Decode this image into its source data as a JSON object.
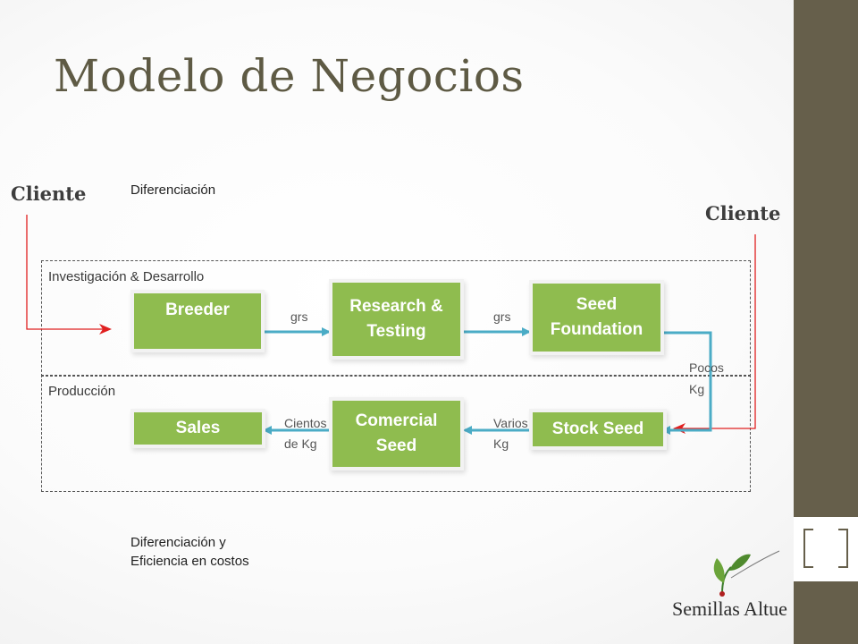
{
  "title": "Modelo de Negocios",
  "cliente_left": "Cliente",
  "cliente_right": "Cliente",
  "diferenciacion_top": "Diferenciación",
  "diferenciacion_bottom_1": "Diferenciación y",
  "diferenciacion_bottom_2": "Eficiencia en costos",
  "zones": {
    "research": "Investigación & Desarrollo",
    "production": "Producción"
  },
  "boxes": {
    "breeder": "Breeder",
    "research_1": "Research &",
    "research_2": "Testing",
    "seed_1": "Seed",
    "seed_2": "Foundation",
    "stock": "Stock Seed",
    "comercial_1": "Comercial",
    "comercial_2": "Seed",
    "sales": "Sales"
  },
  "quantities": {
    "grs_1": "grs",
    "grs_2": "grs",
    "pocos_1": "Pocos",
    "pocos_2": "Kg",
    "varios_1": "Varios",
    "varios_2": "Kg",
    "cientos_1": "Cientos",
    "cientos_2": "de Kg"
  },
  "logo": "Semillas Altue",
  "colors": {
    "box": "#8fbc4f",
    "flow_arrow": "#4bacc6",
    "client_arrow": "#e02020",
    "sidebar": "#665f4b"
  }
}
